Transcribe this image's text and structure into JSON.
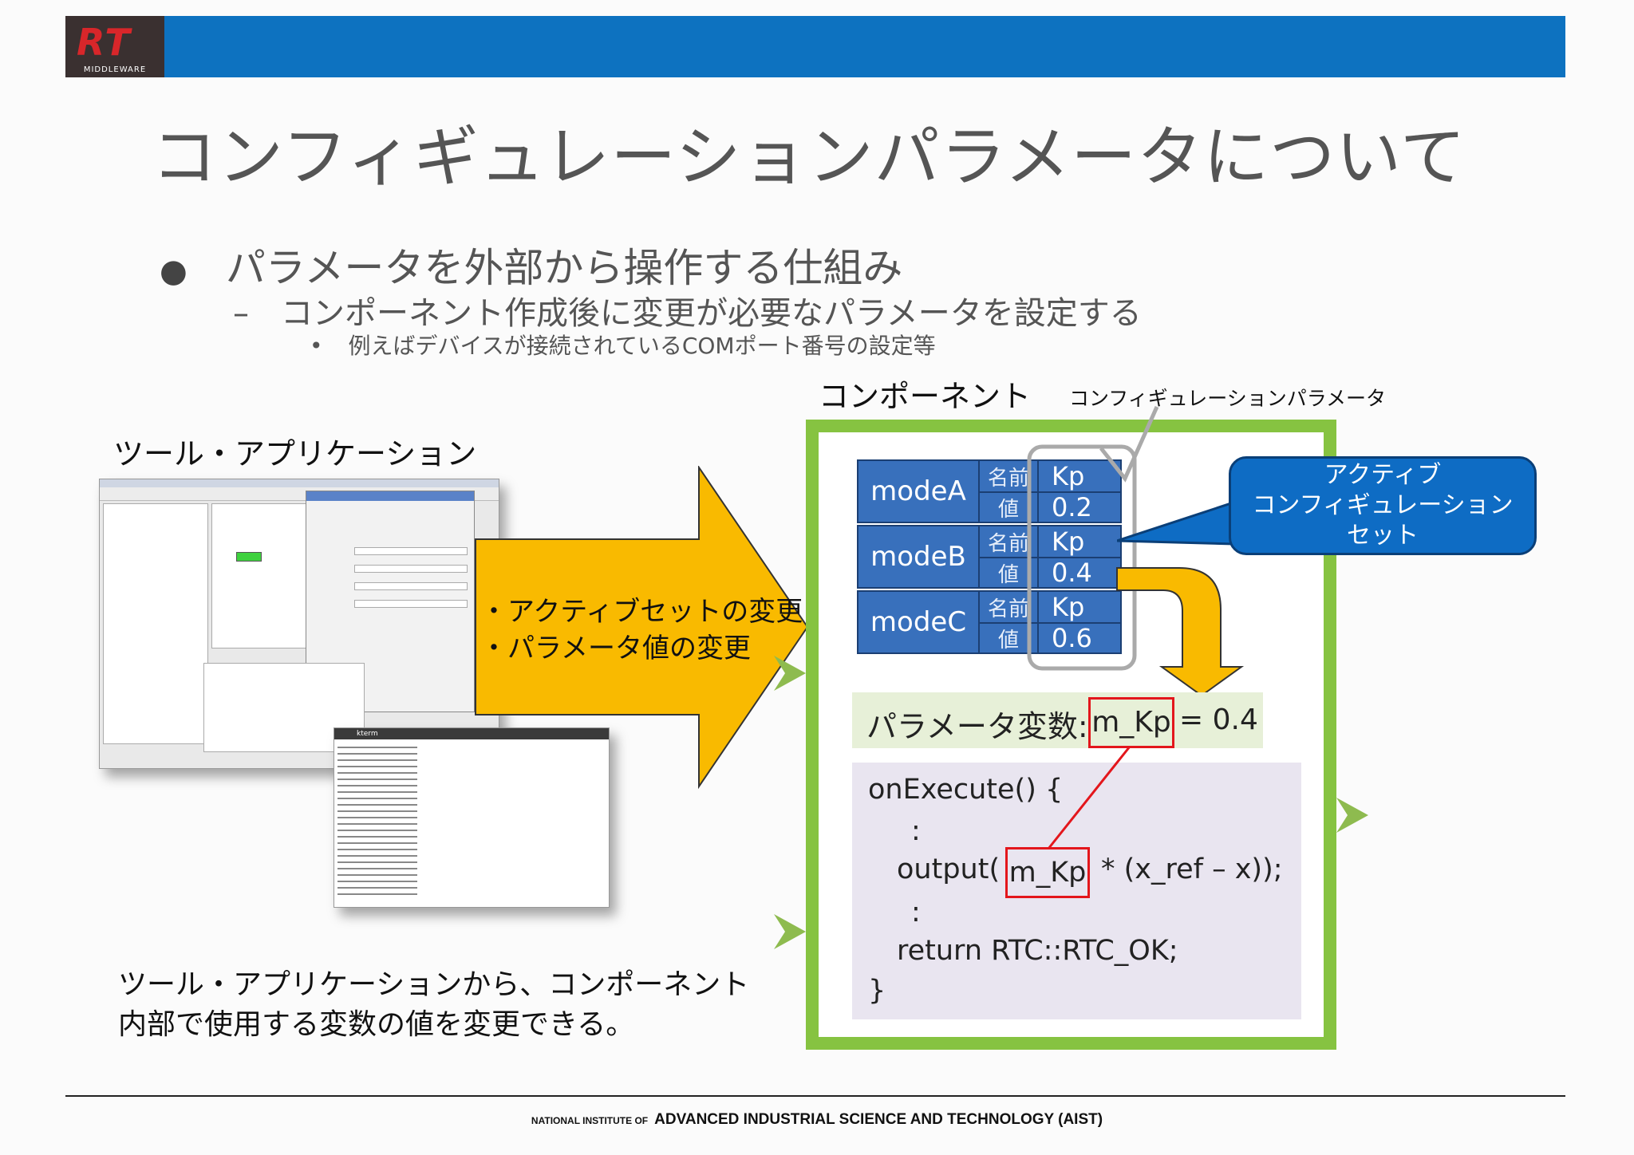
{
  "header": {
    "logo_text": "RT",
    "logo_subtext": "MIDDLEWARE",
    "bar_color": "#0d72c0"
  },
  "title": "コンフィギュレーションパラメータについて",
  "bullets": {
    "level1": "パラメータを外部から操作する仕組み",
    "level2_dash": "–",
    "level2": "コンポーネント作成後に変更が必要なパラメータを設定する",
    "level3_dot": "•",
    "level3": "例えばデバイスが接続されているCOMポート番号の設定等"
  },
  "tool_section": {
    "label": "ツール・アプリケーション",
    "terminal_title": "kterm",
    "bottom_caption_line1": "ツール・アプリケーションから、コンポーネント",
    "bottom_caption_line2": "内部で使用する変数の値を変更できる。"
  },
  "arrow": {
    "line1": "・アクティブセットの変更",
    "line2": "・パラメータ値の変更",
    "color": "#f9ba00"
  },
  "component": {
    "label": "コンポーネント",
    "config_param_label": "コンフィギュレーションパラメータ",
    "active_set_callout": [
      "アクティブ",
      "コンフィギュレーション",
      "セット"
    ],
    "modes": [
      {
        "name": "modeA",
        "name_key": "名前",
        "value_key": "値",
        "param": "Kp",
        "value": "0.2"
      },
      {
        "name": "modeB",
        "name_key": "名前",
        "value_key": "値",
        "param": "Kp",
        "value": "0.4"
      },
      {
        "name": "modeC",
        "name_key": "名前",
        "value_key": "値",
        "param": "Kp",
        "value": "0.6"
      }
    ],
    "variable_label": "パラメータ変数:",
    "variable_name": "m_Kp",
    "variable_value": "= 0.4",
    "code": {
      "line1": "onExecute() {",
      "line2": ":",
      "line3_pre": "output(",
      "line3_var": "m_Kp",
      "line3_post": "* (x_ref – x));",
      "line4": ":",
      "line5": "return RTC::RTC_OK;",
      "line6": "}"
    },
    "border_color": "#86c341"
  },
  "footer": {
    "small": "NATIONAL INSTITUTE OF",
    "main": "ADVANCED INDUSTRIAL SCIENCE AND TECHNOLOGY (AIST)"
  }
}
